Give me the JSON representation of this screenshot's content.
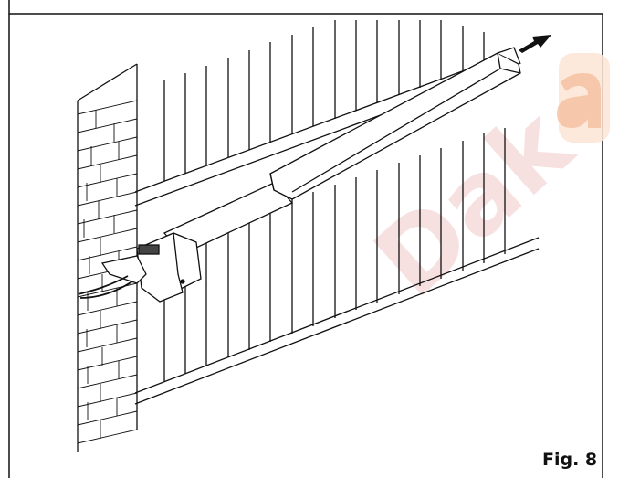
{
  "figure": {
    "caption": "Fig. 8"
  },
  "watermark": {
    "text": "Dak",
    "color": "#f2c7c7",
    "logo_color": "#f7dcc8"
  },
  "illustration": {
    "subject": "gate-operator-installation",
    "line_color": "#111111"
  }
}
